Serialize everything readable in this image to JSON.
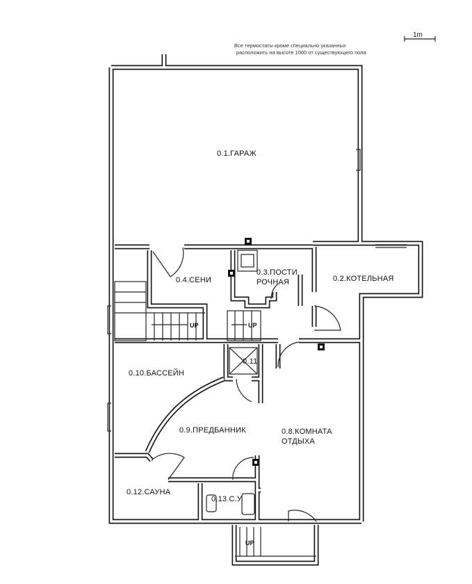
{
  "note": {
    "line1": "Все термостаты кроме специально указанных",
    "line2": "расположить на высоте 1000 от существующего пола"
  },
  "scale": "1m",
  "rooms": {
    "garage": "0.1.ГАРАЖ",
    "boiler": "0.2.КОТЕЛЬНАЯ",
    "laundry_1": "0.3.ПОСТИ",
    "laundry_2": "РОЧНАЯ",
    "hall": "0.4.СЕНИ",
    "lounge_1": "0.8.КОМНАТА",
    "lounge_2": "ОТДЫХА",
    "anteroom": "0.9.ПРЕДБАННИК",
    "pool": "0.10.БАССЕЙН",
    "shower": "0.11",
    "sauna": "0.12.САУНА",
    "wc": "0.13.С.У."
  },
  "stairs": [
    "UP",
    "UP",
    "UP"
  ]
}
